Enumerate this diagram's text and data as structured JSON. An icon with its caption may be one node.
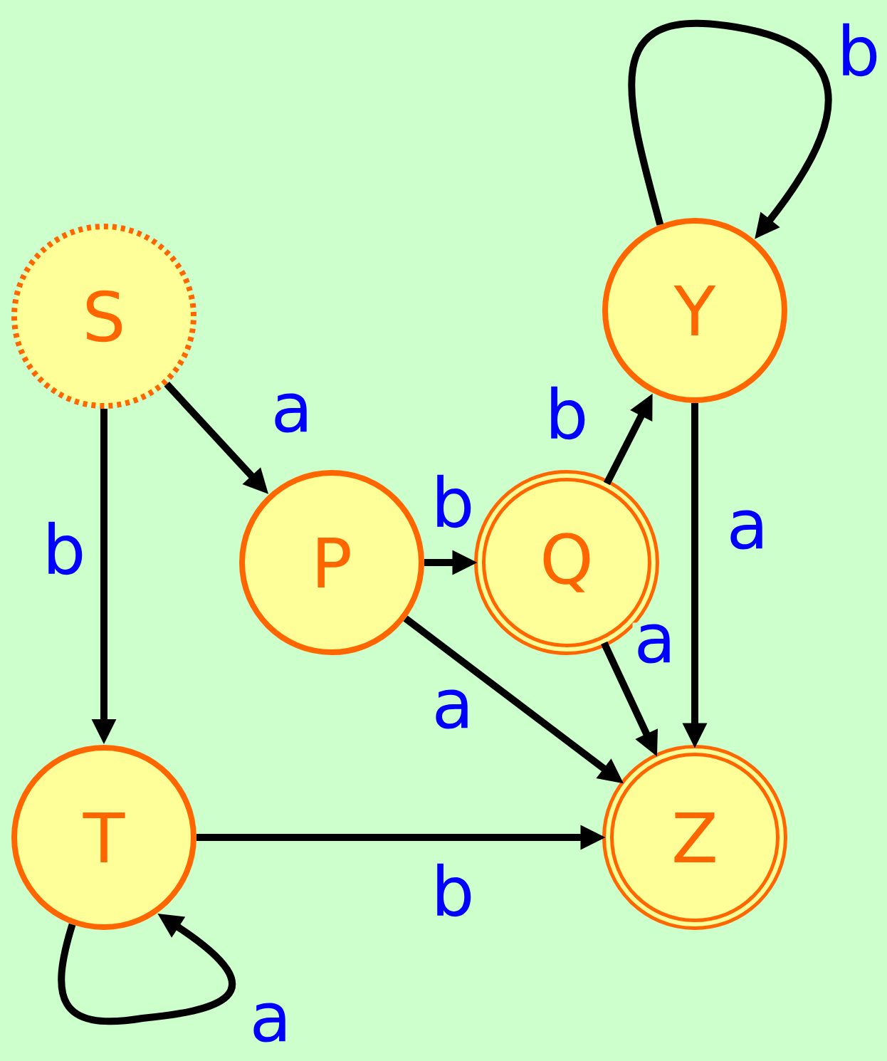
{
  "diagram": {
    "nodes": [
      {
        "text": [
          "S"
        ]
      },
      {
        "text": [
          "P"
        ]
      },
      {
        "text": [
          "Q"
        ]
      },
      {
        "text": [
          "Y"
        ]
      },
      {
        "text": [
          "T"
        ]
      },
      {
        "text": [
          "Z"
        ]
      }
    ],
    "edges": [
      {
        "from": 0,
        "to": 1,
        "arrow": "to",
        "label": "a"
      },
      {
        "from": 0,
        "to": 4,
        "arrow": "to",
        "label": "b"
      },
      {
        "from": 1,
        "to": 2,
        "arrow": "to",
        "label": "b"
      },
      {
        "from": 1,
        "to": 5,
        "arrow": "to",
        "label": "a"
      },
      {
        "from": 2,
        "to": 3,
        "arrow": "to",
        "label": "b"
      },
      {
        "from": 2,
        "to": 5,
        "arrow": "to",
        "label": "a"
      },
      {
        "from": 3,
        "to": 3,
        "arrow": "to",
        "label": "b"
      },
      {
        "from": 3,
        "to": 5,
        "arrow": "to",
        "label": "a"
      },
      {
        "from": 4,
        "to": 5,
        "arrow": "to",
        "label": "b"
      },
      {
        "from": 4,
        "to": 4,
        "arrow": "to",
        "label": "a"
      }
    ]
  }
}
